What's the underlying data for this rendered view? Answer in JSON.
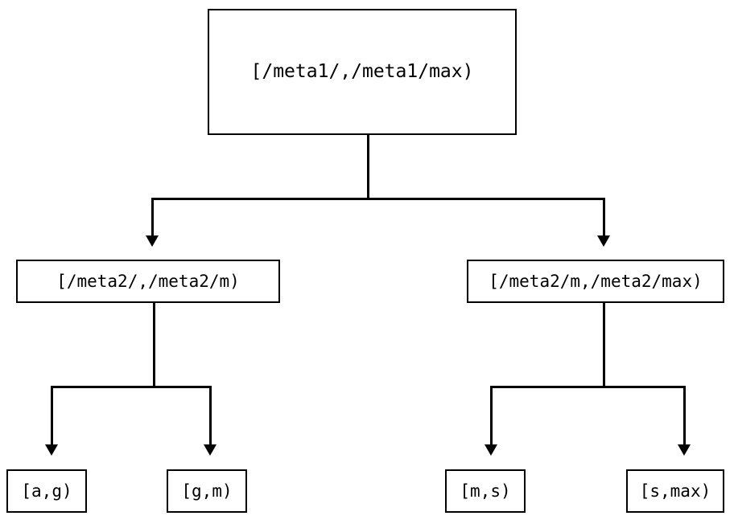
{
  "diagram": {
    "type": "tree",
    "title": "",
    "orientation": "top-down",
    "levels": 3,
    "node_count": 7,
    "colors": {
      "background": "#ffffff",
      "border": "#000000",
      "text": "#000000",
      "edge": "#000000"
    },
    "nodes": {
      "root": {
        "label": "[/meta1/,/meta1/max)",
        "level": 0
      },
      "mid_left": {
        "label": "[/meta2/,/meta2/m)",
        "level": 1
      },
      "mid_right": {
        "label": "[/meta2/m,/meta2/max)",
        "level": 1
      },
      "leaf_ag": {
        "label": "[a,g)",
        "level": 2
      },
      "leaf_gm": {
        "label": "[g,m)",
        "level": 2
      },
      "leaf_ms": {
        "label": "[m,s)",
        "level": 2
      },
      "leaf_smax": {
        "label": "[s,max)",
        "level": 2
      }
    },
    "edges": [
      {
        "from": "root",
        "to": "mid_left",
        "arrow": "down"
      },
      {
        "from": "root",
        "to": "mid_right",
        "arrow": "down"
      },
      {
        "from": "mid_left",
        "to": "leaf_ag",
        "arrow": "down"
      },
      {
        "from": "mid_left",
        "to": "leaf_gm",
        "arrow": "down"
      },
      {
        "from": "mid_right",
        "to": "leaf_ms",
        "arrow": "down"
      },
      {
        "from": "mid_right",
        "to": "leaf_smax",
        "arrow": "down"
      }
    ]
  }
}
